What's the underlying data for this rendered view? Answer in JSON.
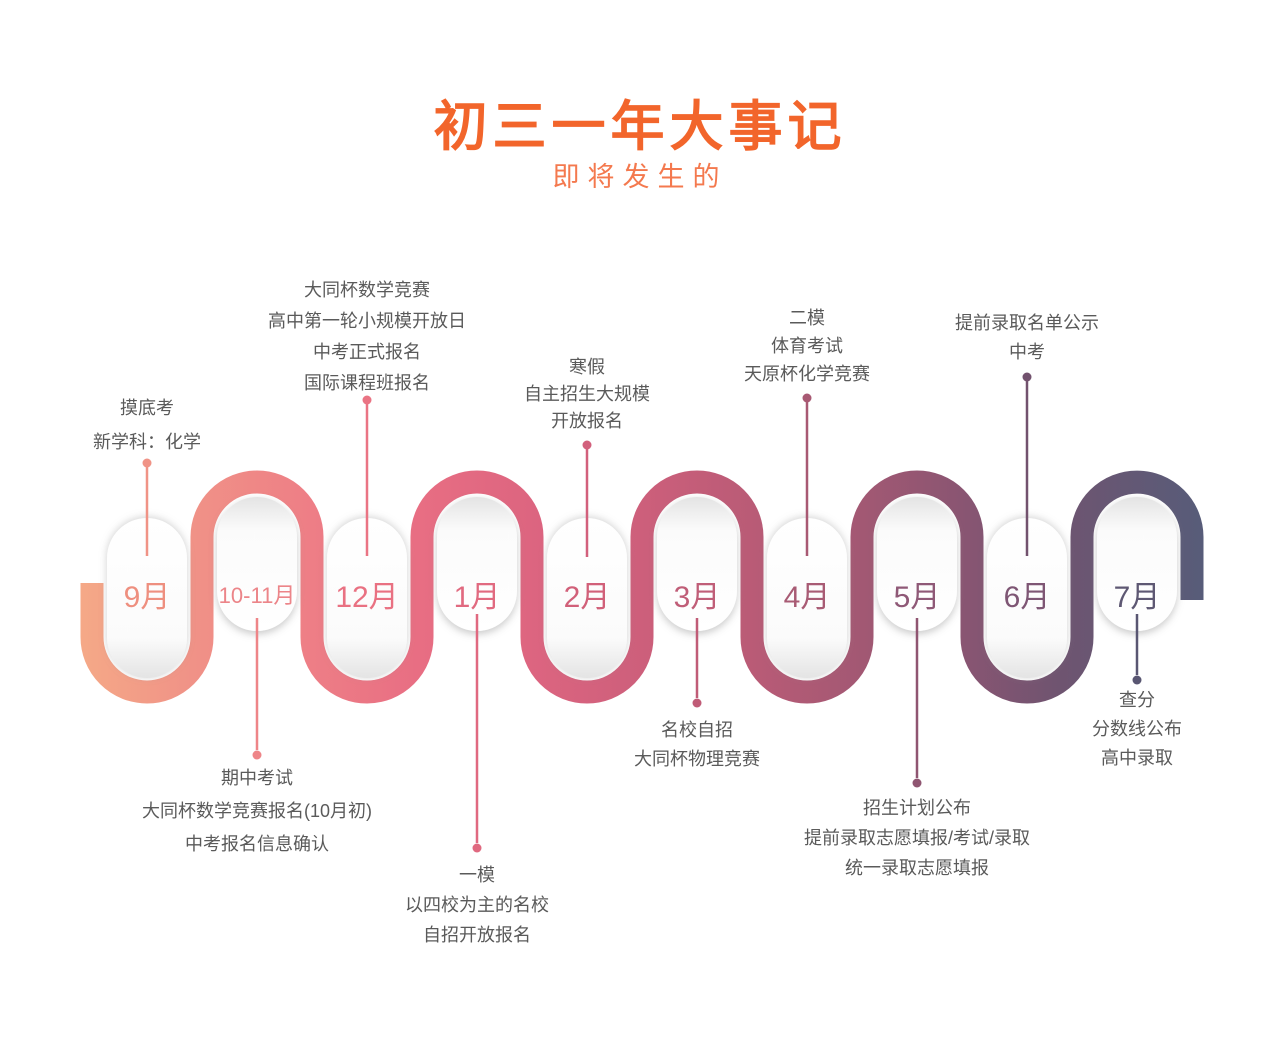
{
  "page": {
    "title": "初三一年大事记",
    "subtitle": "即将发生的"
  },
  "colors": {
    "title": "#f2652b",
    "subtitle": "#f4794e",
    "event_text": "#5a5a5a",
    "background": "#ffffff",
    "ribbon_gradient": [
      "#f5a987",
      "#f09287",
      "#ee7f86",
      "#e86e83",
      "#dd6580",
      "#cd5f7b",
      "#b95b76",
      "#a15873",
      "#8b5572",
      "#6f5470",
      "#575c79"
    ]
  },
  "timeline": {
    "months": [
      {
        "label": "9月",
        "callout": "top",
        "label_color": "#ee8f7f",
        "accent": "#f09386",
        "events": [
          "摸底考",
          "新学科：化学"
        ]
      },
      {
        "label": "10-11月",
        "callout": "bottom",
        "label_color": "#ec8589",
        "accent": "#ee8588",
        "events": [
          "期中考试",
          "大同杯数学竞赛报名(10月初)",
          "中考报名信息确认"
        ]
      },
      {
        "label": "12月",
        "callout": "top",
        "label_color": "#e97182",
        "accent": "#ea7484",
        "events": [
          "大同杯数学竞赛",
          "高中第一轮小规模开放日",
          "中考正式报名",
          "国际课程班报名"
        ]
      },
      {
        "label": "1月",
        "callout": "bottom",
        "label_color": "#e16a80",
        "accent": "#e06980",
        "events": [
          "一模",
          "以四校为主的名校",
          "自招开放报名"
        ]
      },
      {
        "label": "2月",
        "callout": "top",
        "label_color": "#d16079",
        "accent": "#d2607c",
        "events": [
          "寒假",
          "自主招生大规模",
          "开放报名"
        ]
      },
      {
        "label": "3月",
        "callout": "bottom",
        "label_color": "#c05e78",
        "accent": "#c05c77",
        "events": [
          "名校自招",
          "大同杯物理竞赛"
        ]
      },
      {
        "label": "4月",
        "callout": "top",
        "label_color": "#a85b74",
        "accent": "#a85973",
        "events": [
          "二模",
          "体育考试",
          "天原杯化学竞赛"
        ]
      },
      {
        "label": "5月",
        "callout": "bottom",
        "label_color": "#8f5977",
        "accent": "#8f5571",
        "events": [
          "招生计划公布",
          "提前录取志愿填报/考试/录取",
          "统一录取志愿填报"
        ]
      },
      {
        "label": "6月",
        "callout": "top",
        "label_color": "#7e5674",
        "accent": "#72526e",
        "events": [
          "提前录取名单公示",
          "中考"
        ]
      },
      {
        "label": "7月",
        "callout": "bottom",
        "label_color": "#5e5873",
        "accent": "#595672",
        "events": [
          "查分",
          "分数线公布",
          "高中录取"
        ]
      }
    ]
  }
}
